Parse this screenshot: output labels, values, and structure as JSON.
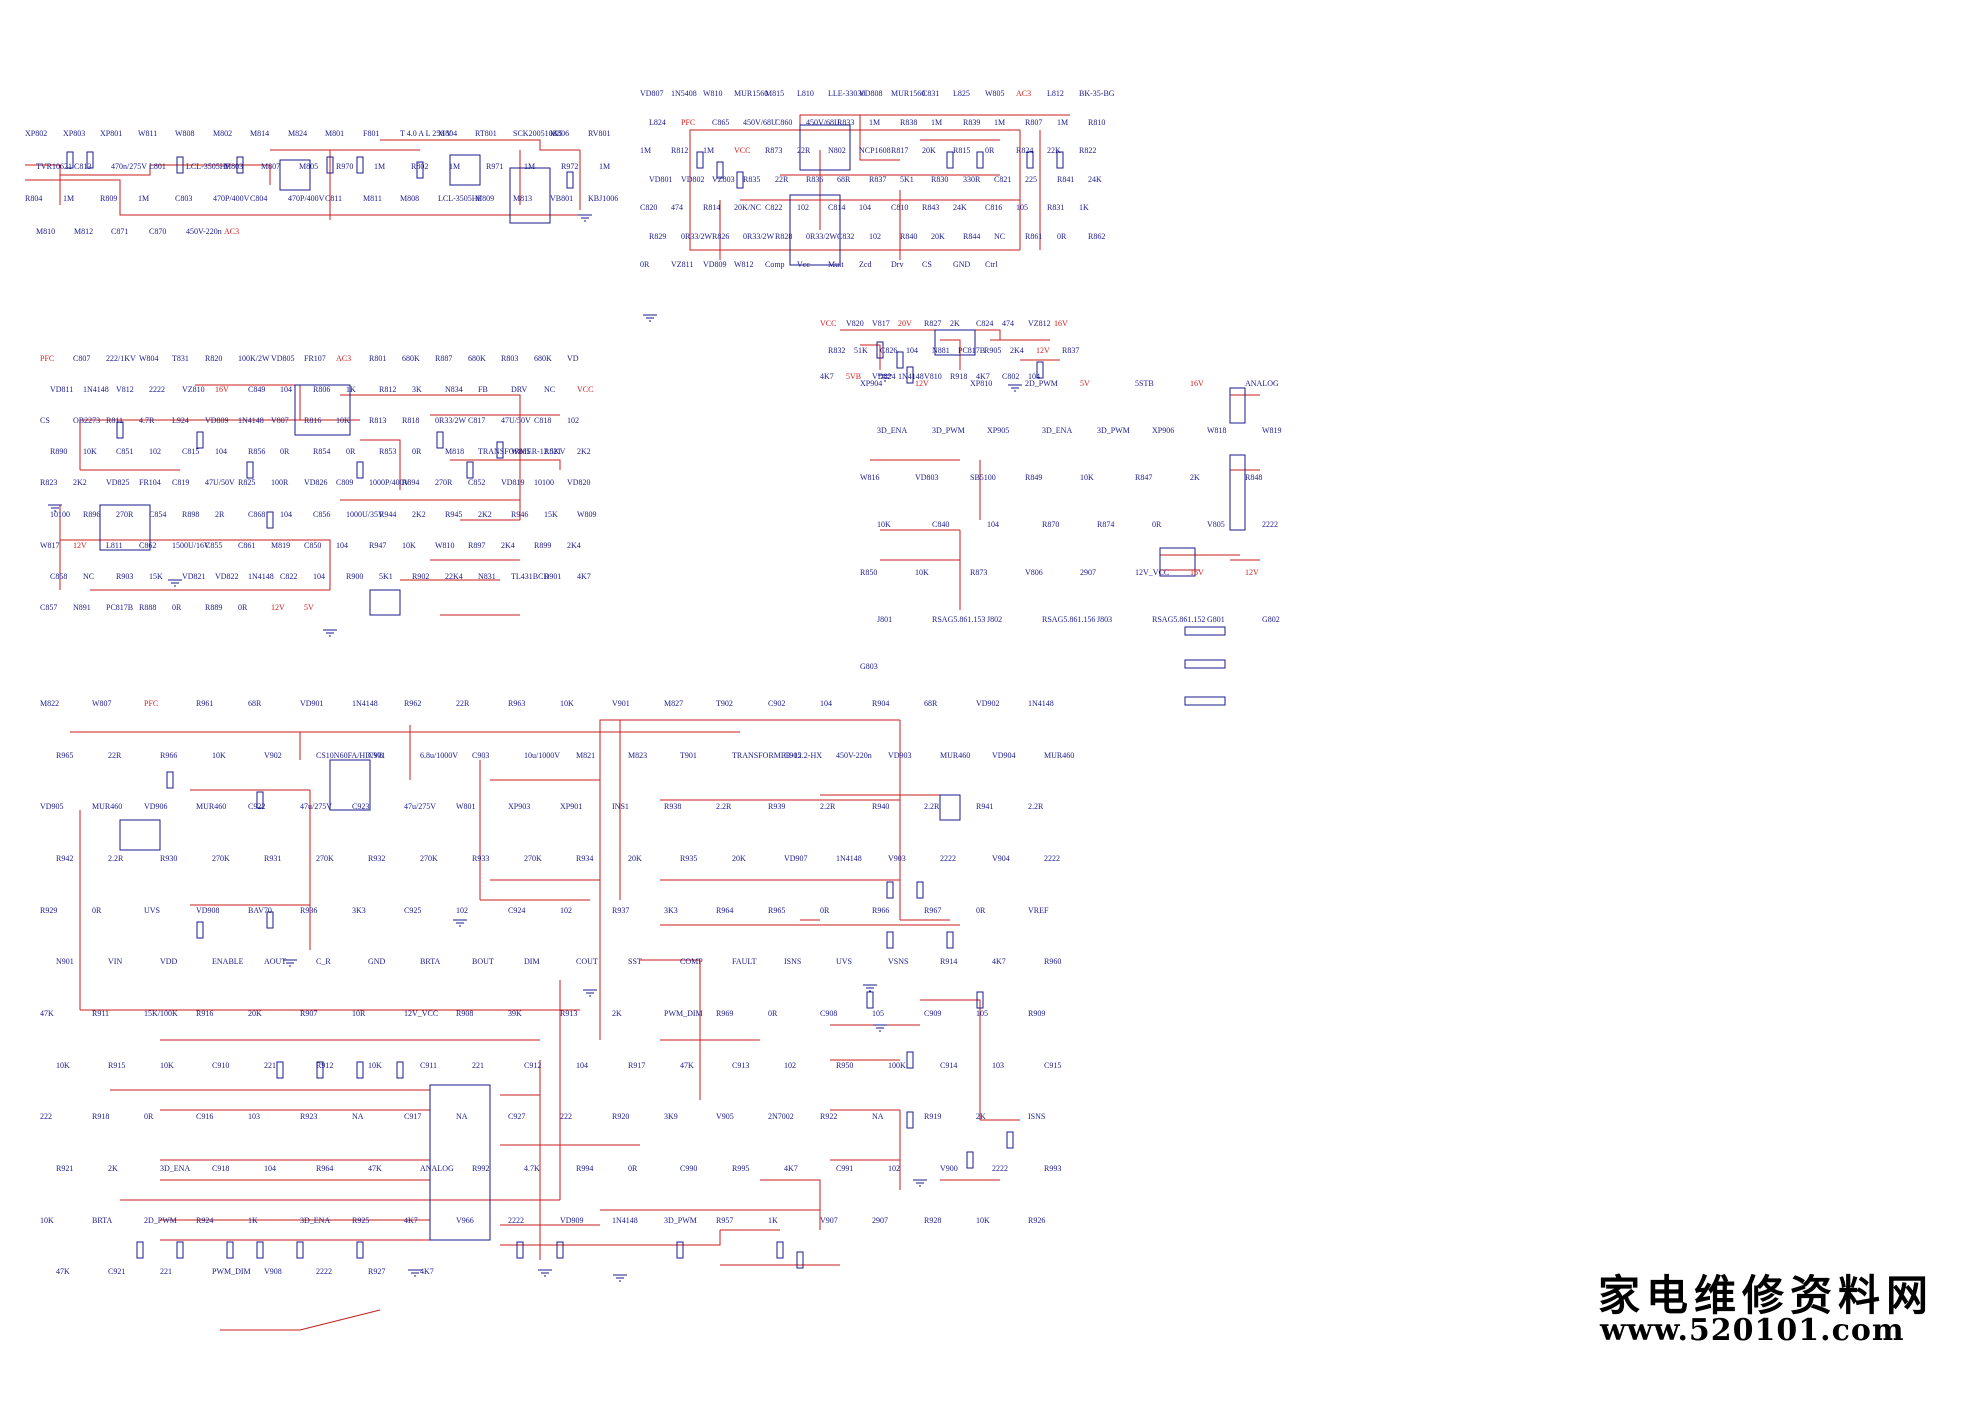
{
  "colors": {
    "wire": "#c81e1e",
    "part": "#1a1a8c",
    "label": "#1a1a8c",
    "flag": "#d42020"
  },
  "watermark": {
    "chinese": "家电维修资料网",
    "url": "www.520101.com"
  },
  "sections": {
    "input_filter": {
      "labels": [
        "XP802",
        "XP803",
        "XP801",
        "W811",
        "W808",
        "M802",
        "M814",
        "M824",
        "M801",
        "F801",
        "T 4.0 A L 250 V",
        "M804",
        "RT801",
        "SCK200510K5",
        "M806",
        "RV801",
        "TVR10621",
        "C813",
        "470n/275V",
        "L801",
        "LCL-3505HF",
        "M803",
        "M807",
        "M805",
        "R970",
        "1M",
        "R802",
        "1M",
        "R971",
        "1M",
        "R972",
        "1M",
        "R804",
        "1M",
        "R809",
        "1M",
        "C803",
        "470P/400V",
        "C804",
        "470P/400V",
        "C811",
        "M811",
        "M808",
        "LCL-3505HF",
        "M809",
        "M813",
        "VB801",
        "KBJ1006",
        "M810",
        "M812",
        "C871",
        "C870",
        "450V-220n",
        "AC3"
      ]
    },
    "pfc": {
      "labels": [
        "VD807",
        "1N5408",
        "W810",
        "MUR1560",
        "M815",
        "L810",
        "LLE-33030",
        "VD808",
        "MUR1560",
        "C831",
        "L825",
        "W805",
        "AC3",
        "L812",
        "BK-35-BG",
        "L824",
        "PFC",
        "C865",
        "450V/68U",
        "C860",
        "450V/68U",
        "R833",
        "1M",
        "R838",
        "1M",
        "R839",
        "1M",
        "R807",
        "1M",
        "R810",
        "1M",
        "R812",
        "1M",
        "VCC",
        "R873",
        "22R",
        "N802",
        "NCP1608",
        "R817",
        "20K",
        "R815",
        "0R",
        "R824",
        "22K",
        "R822",
        "VD801",
        "VD802",
        "VZ803",
        "R835",
        "22R",
        "R836",
        "68R",
        "R837",
        "5K1",
        "R830",
        "330R",
        "C821",
        "225",
        "R841",
        "24K",
        "C820",
        "474",
        "R814",
        "20K/NC",
        "C822",
        "102",
        "C814",
        "104",
        "C810",
        "R843",
        "24K",
        "C816",
        "105",
        "R831",
        "1K",
        "R829",
        "0R33/2W",
        "R826",
        "0R33/2W",
        "R828",
        "0R33/2W",
        "C832",
        "102",
        "R840",
        "20K",
        "R844",
        "NC",
        "R861",
        "0R",
        "R862",
        "0R",
        "VZ811",
        "VD809",
        "W812",
        "Comp",
        "Vcc",
        "Mult",
        "Zcd",
        "Drv",
        "CS",
        "GND",
        "Ctrl"
      ]
    },
    "standby_feedback": {
      "labels": [
        "VCC",
        "V820",
        "V817",
        "20V",
        "R827",
        "2K",
        "C824",
        "474",
        "VZ812",
        "16V",
        "R832",
        "51K",
        "C826",
        "104",
        "N881",
        "PC817B",
        "R905",
        "2K4",
        "12V",
        "R837",
        "4K7",
        "5VB",
        "VD824",
        "1N4148",
        "V810",
        "R918",
        "4K7",
        "C802",
        "104"
      ]
    },
    "standby_flyback": {
      "labels": [
        "PFC",
        "C807",
        "222/1KV",
        "W804",
        "T831",
        "R820",
        "100K/2W",
        "VD805",
        "FR107",
        "AC3",
        "R801",
        "680K",
        "R887",
        "680K",
        "R803",
        "680K",
        "VD",
        "VD811",
        "1N4148",
        "V812",
        "2222",
        "VZ810",
        "16V",
        "C849",
        "104",
        "R806",
        "1K",
        "R812",
        "3K",
        "N834",
        "FB",
        "DRV",
        "NC",
        "VCC",
        "CS",
        "OB2273",
        "R811",
        "4.7R",
        "L924",
        "VD809",
        "1N4148",
        "V807",
        "R816",
        "10K",
        "R813",
        "R818",
        "0R33/2W",
        "C817",
        "47U/50V",
        "C818",
        "102",
        "R890",
        "10K",
        "C851",
        "102",
        "C815",
        "104",
        "R856",
        "0R",
        "R854",
        "0R",
        "R853",
        "0R",
        "M818",
        "TRANSFORMER-12.5KV",
        "W805",
        "R821",
        "2K2",
        "R823",
        "2K2",
        "VD825",
        "FR104",
        "C819",
        "47U/50V",
        "R825",
        "100R",
        "VD826",
        "C809",
        "1000P/400V",
        "R894",
        "270R",
        "C852",
        "VD819",
        "10100",
        "VD820",
        "10100",
        "R896",
        "270R",
        "C854",
        "R898",
        "2R",
        "C868",
        "104",
        "C856",
        "1000U/35V",
        "R944",
        "2K2",
        "R945",
        "2K2",
        "R946",
        "15K",
        "W809",
        "W817",
        "12V",
        "L811",
        "C862",
        "1500U/16V",
        "C855",
        "C861",
        "M819",
        "C850",
        "104",
        "R947",
        "10K",
        "W810",
        "R897",
        "2K4",
        "R899",
        "2K4",
        "C858",
        "NC",
        "R903",
        "15K",
        "VD821",
        "VD822",
        "1N4148",
        "C822",
        "104",
        "R900",
        "5K1",
        "R902",
        "22K4",
        "N831",
        "TL431BCD",
        "R901",
        "4K7",
        "C857",
        "N891",
        "PC817B",
        "R888",
        "0R",
        "R889",
        "0R",
        "12V",
        "5V"
      ]
    },
    "connectors": {
      "labels": [
        "XP904",
        "12V",
        "XP810",
        "2D_PWM",
        "5V",
        "5STB",
        "16V",
        "ANALOG",
        "3D_ENA",
        "3D_PWM",
        "XP905",
        "3D_ENA",
        "3D_PWM",
        "XP906",
        "W818",
        "W819",
        "W816",
        "VD803",
        "SB5100",
        "R849",
        "10K",
        "R847",
        "2K",
        "R848",
        "10K",
        "C840",
        "104",
        "R870",
        "R874",
        "0R",
        "V805",
        "2222",
        "R850",
        "10K",
        "R873",
        "V806",
        "2907",
        "12V_VCC",
        "16V",
        "12V",
        "J801",
        "RSAG5.861.153",
        "J802",
        "RSAG5.861.156",
        "J803",
        "RSAG5.861.152",
        "G801",
        "G802",
        "G803"
      ]
    },
    "led_driver": {
      "labels": [
        "M822",
        "W807",
        "PFC",
        "R961",
        "68R",
        "VD901",
        "1N4148",
        "R962",
        "22R",
        "R963",
        "10K",
        "V901",
        "M827",
        "T902",
        "C902",
        "104",
        "R904",
        "68R",
        "VD902",
        "1N4148",
        "R965",
        "22R",
        "R966",
        "10K",
        "V902",
        "CS10N60FA/HD/V8",
        "C901",
        "6.8u/1000V",
        "C903",
        "10u/1000V",
        "M821",
        "M823",
        "T901",
        "TRANSFORMER-12.2-HX",
        "C905",
        "450V-220n",
        "VD903",
        "MUR460",
        "VD904",
        "MUR460",
        "VD905",
        "MUR460",
        "VD906",
        "MUR460",
        "C922",
        "47u/275V",
        "C923",
        "47u/275V",
        "W801",
        "XP903",
        "XP901",
        "INS1",
        "R938",
        "2.2R",
        "R939",
        "2.2R",
        "R940",
        "2.2R",
        "R941",
        "2.2R",
        "R942",
        "2.2R",
        "R930",
        "270K",
        "R931",
        "270K",
        "R932",
        "270K",
        "R933",
        "270K",
        "R934",
        "20K",
        "R935",
        "20K",
        "VD907",
        "1N4148",
        "V903",
        "2222",
        "V904",
        "2222",
        "R929",
        "0R",
        "UVS",
        "VD908",
        "BAV70",
        "R936",
        "3K3",
        "C925",
        "102",
        "C924",
        "102",
        "R937",
        "3K3",
        "R964",
        "R965",
        "0R",
        "R966",
        "R967",
        "0R",
        "VREF",
        "N901",
        "VIN",
        "VDD",
        "ENABLE",
        "AOUT",
        "C_R",
        "GND",
        "BRTA",
        "BOUT",
        "DIM",
        "COUT",
        "SST",
        "COMP",
        "FAULT",
        "ISNS",
        "UVS",
        "VSNS",
        "R914",
        "4K7",
        "R960",
        "47K",
        "R911",
        "15K/100K",
        "R916",
        "20K",
        "R907",
        "10R",
        "12V_VCC",
        "R908",
        "39K",
        "R913",
        "2K",
        "PWM_DIM",
        "R969",
        "0R",
        "C908",
        "105",
        "C909",
        "105",
        "R909",
        "10K",
        "R915",
        "10K",
        "C910",
        "221",
        "R912",
        "10K",
        "C911",
        "221",
        "C912",
        "104",
        "R917",
        "47K",
        "C913",
        "102",
        "R950",
        "100K",
        "C914",
        "103",
        "C915",
        "222",
        "R918",
        "0R",
        "C916",
        "103",
        "R923",
        "NA",
        "C917",
        "NA",
        "C927",
        "222",
        "R920",
        "3K9",
        "V905",
        "2N7002",
        "R922",
        "NA",
        "R919",
        "2K",
        "ISNS",
        "R921",
        "2K",
        "3D_ENA",
        "C918",
        "104",
        "R964",
        "47K",
        "ANALOG",
        "R992",
        "4.7K",
        "R994",
        "0R",
        "C990",
        "R995",
        "4K7",
        "C991",
        "102",
        "V900",
        "2222",
        "R993",
        "10K",
        "BRTA",
        "2D_PWM",
        "R924",
        "1K",
        "3D_ENA",
        "R925",
        "4K7",
        "V966",
        "2222",
        "VD909",
        "1N4148",
        "3D_PWM",
        "R957",
        "1K",
        "V907",
        "2907",
        "R928",
        "10K",
        "R926",
        "47K",
        "C921",
        "221",
        "PWM_DIM",
        "V908",
        "2222",
        "R927",
        "4K7"
      ]
    }
  }
}
